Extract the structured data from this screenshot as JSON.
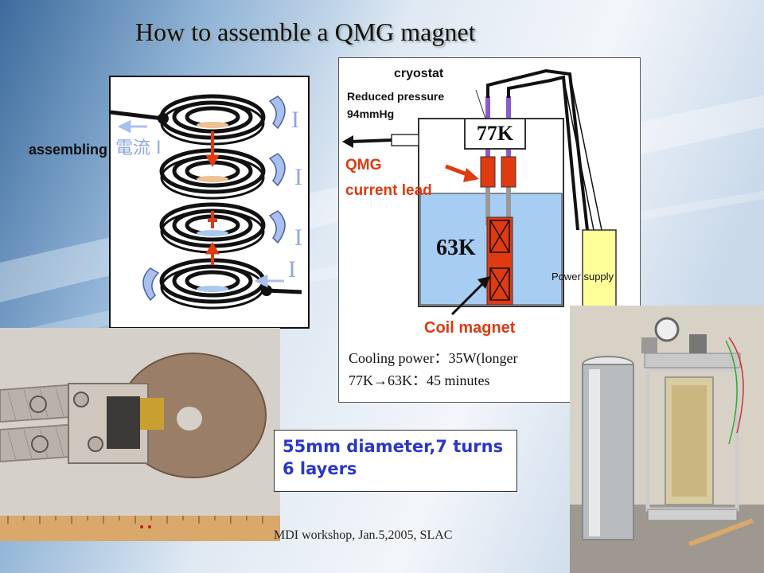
{
  "title": "How to assemble a  QMG magnet",
  "left_diagram": {
    "assembling_label": "assembling",
    "current_label": "電流 I",
    "current_symbol": "I"
  },
  "cryostat_diagram": {
    "cryostat_label": "cryostat",
    "reduced_pressure_line1": "Reduced pressure",
    "reduced_pressure_line2": "94mmHg",
    "temp_upper": "77K",
    "temp_lower": "63K",
    "qmg_line1": "QMG",
    "qmg_line2": "current lead",
    "power_supply": "Power supply",
    "coil_magnet": "Coil magnet",
    "cooling_line1": "Cooling power：35W(longer",
    "cooling_line2": "77K→63K：45 minutes"
  },
  "spec": {
    "line1": "55mm diameter,7 turns",
    "line2": "6 layers"
  },
  "footer": "MDI  workshop, Jan.5,2005, SLAC",
  "colors": {
    "accent_red": "#e03a10",
    "spec_blue": "#2b37c9",
    "current_blue": "#8fa7e0",
    "nitrogen_blue": "#a8cdf2",
    "power_yellow": "#ffff99"
  }
}
